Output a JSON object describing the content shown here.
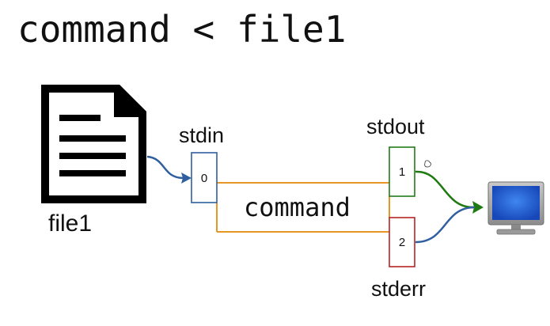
{
  "header": {
    "command_line": "command < file1"
  },
  "file": {
    "icon": "document-icon",
    "label": "file1"
  },
  "process": {
    "label": "command",
    "stdin": {
      "label": "stdin",
      "fd": "0",
      "color": "#2f5f9f"
    },
    "stdout": {
      "label": "stdout",
      "fd": "1",
      "color": "#237b1b"
    },
    "stderr": {
      "label": "stderr",
      "fd": "2",
      "color": "#b52424"
    },
    "body_color": "#e69624"
  },
  "output": {
    "icon": "monitor-icon",
    "screen_color": "#2f6fe0"
  },
  "arrows": {
    "stdin_color": "#2f5f9f",
    "stdout_color": "#1f7a12",
    "stderr_color": "#2f5f9f"
  }
}
